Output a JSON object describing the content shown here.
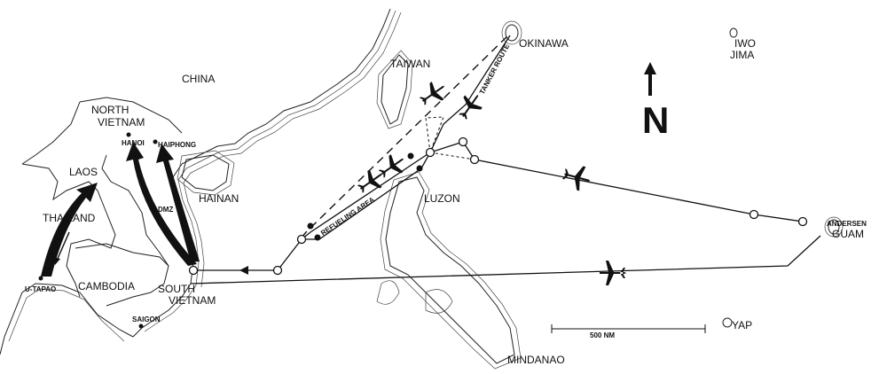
{
  "regions": {
    "china": "CHINA",
    "north_vietnam_1": "NORTH",
    "north_vietnam_2": "VIETNAM",
    "laos": "LAOS",
    "thailand": "THAILAND",
    "cambodia": "CAMBODIA",
    "south_vietnam_1": "SOUTH",
    "south_vietnam_2": "VIETNAM",
    "hainan": "HAINAN",
    "taiwan": "TAIWAN",
    "okinawa": "OKINAWA",
    "luzon": "LUZON",
    "mindanao": "MINDANAO",
    "iwo_jima_1": "IWO",
    "iwo_jima_2": "JIMA",
    "guam": "GUAM",
    "yap": "YAP"
  },
  "places": {
    "hanoi": "HANOI",
    "haiphong": "HAIPHONG",
    "dmz": "DMZ",
    "u_tapao": "U-TAPAO",
    "saigon": "SAIGON",
    "andersen": "ANDERSEN"
  },
  "routes": {
    "tanker_route": "TANKER ROUTE",
    "refueling_area": "REFUELING AREA"
  },
  "scale_bar": "500 NM",
  "north_arrow": "N"
}
